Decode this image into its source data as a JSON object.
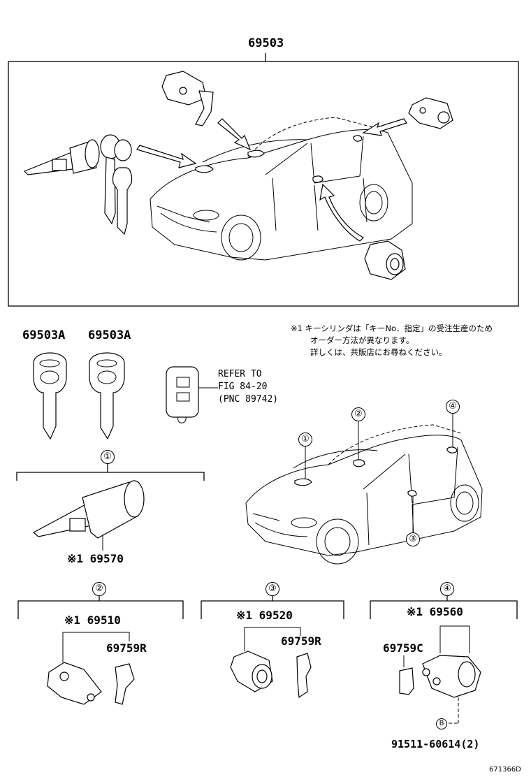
{
  "diagram": {
    "main_assembly": "69503",
    "notes": [
      "※1 キーシリンダは「キーNo．指定」の受注生産のため",
      "オーダー方法が異なります。",
      "詳しくは、共販店にお尋ねください。"
    ],
    "key_left": "69503A",
    "key_right": "69503A",
    "remote_ref": [
      "REFER TO",
      "FIG 84-20",
      "(PNC 89742)"
    ],
    "groups": [
      {
        "num": "①",
        "part": "※1 69570"
      },
      {
        "num": "②",
        "part": "※1 69510",
        "sub": "69759R"
      },
      {
        "num": "③",
        "part": "※1 69520",
        "sub": "69759R"
      },
      {
        "num": "④",
        "part": "※1 69560",
        "sub": "69759C"
      }
    ],
    "bolt_marker": "B",
    "bolt_part": "91511-60614(2)",
    "car_callouts": [
      "①",
      "②",
      "③",
      "④"
    ],
    "figure_code": "671366D"
  }
}
